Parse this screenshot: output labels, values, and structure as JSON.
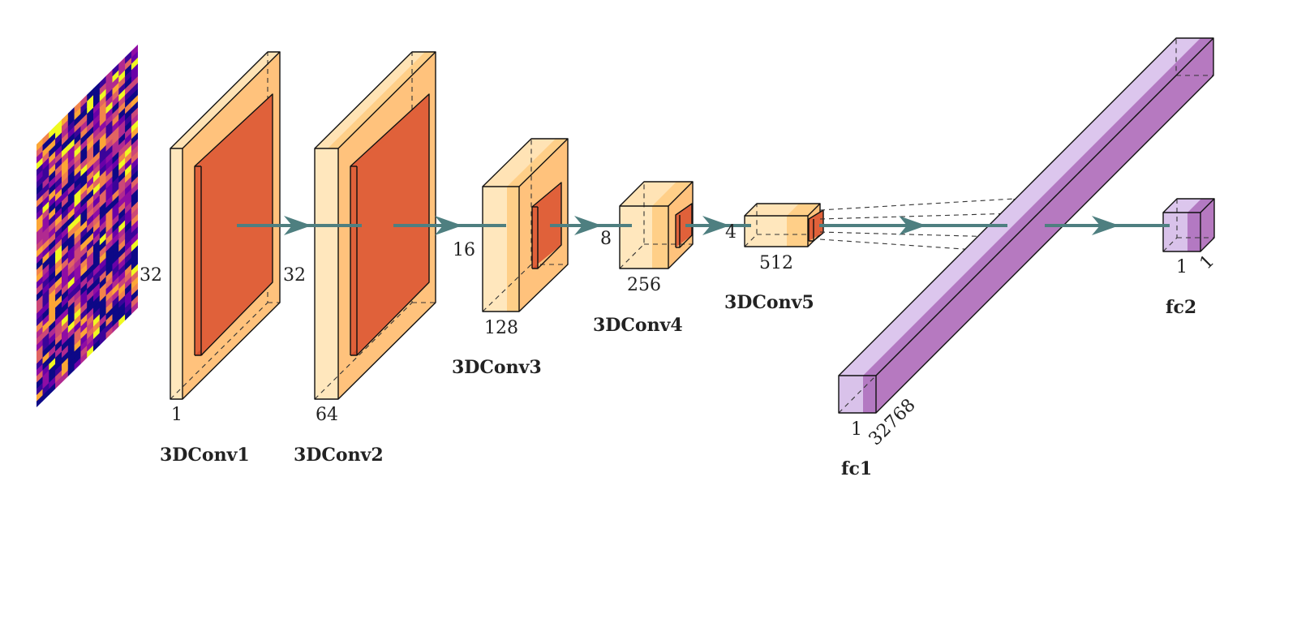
{
  "colors": {
    "conv_front_light": "#ffe7bd",
    "conv_front_dark": "#ffcf88",
    "conv_side": "#ffc27c",
    "conv_top": "#ffe3b5",
    "pool_front": "#e0613a",
    "pool_side": "#d24f2e",
    "fc_front_light": "#d9c2ea",
    "fc_front_dark": "#b379c2",
    "fc_side": "#b679c0",
    "fc_top": "#dcc6ed",
    "arrow": "#4e7f80"
  },
  "input": {
    "name": "input-heatmap",
    "palette": [
      "#0d0887",
      "#3a049a",
      "#6a00a8",
      "#8f0da4",
      "#b12a90",
      "#cc4778",
      "#e16462",
      "#f2844b",
      "#fca636",
      "#f0f921"
    ]
  },
  "layers": [
    {
      "id": "conv1",
      "label": "3DConv1",
      "dims": [
        "32",
        "1"
      ]
    },
    {
      "id": "conv2",
      "label": "3DConv2",
      "dims": [
        "32",
        "64"
      ]
    },
    {
      "id": "conv3",
      "label": "3DConv3",
      "dims": [
        "16",
        "128"
      ]
    },
    {
      "id": "conv4",
      "label": "3DConv4",
      "dims": [
        "8",
        "256"
      ]
    },
    {
      "id": "conv5",
      "label": "3DConv5",
      "dims": [
        "4",
        "512"
      ]
    },
    {
      "id": "fc1",
      "label": "fc1",
      "dims": [
        "1",
        "32768"
      ]
    },
    {
      "id": "fc2",
      "label": "fc2",
      "dims": [
        "1",
        "1"
      ]
    }
  ]
}
